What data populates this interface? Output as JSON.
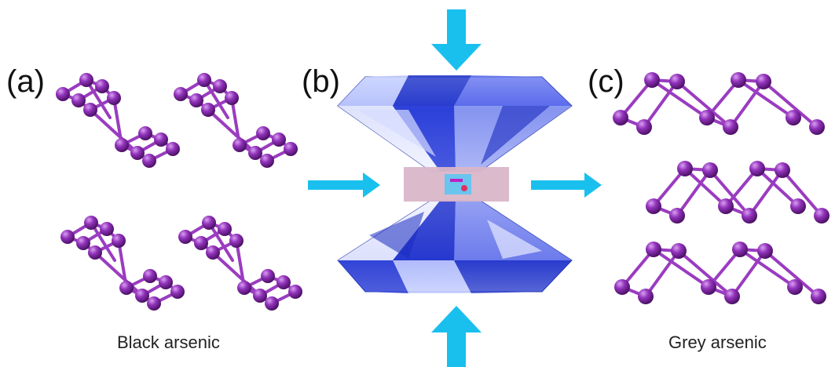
{
  "panels": {
    "a": {
      "label": "(a)",
      "caption": "Black arsenic"
    },
    "b": {
      "label": "(b)"
    },
    "c": {
      "label": "(c)",
      "caption": "Grey arsenic"
    }
  },
  "colors": {
    "atom": "#8b2fb0",
    "bond": "#9a3cc0",
    "arrow": "#19c0ee",
    "diamond": "#2a3fd0",
    "gasket": "#d9b6c8",
    "sample_cell": "#6ac4ee",
    "sample_bar": "#c020c0",
    "sample_dot": "#e03060"
  },
  "icons": [
    "arrow-down-icon",
    "arrow-up-icon",
    "arrow-right-icon",
    "diamond-anvil-icon"
  ]
}
